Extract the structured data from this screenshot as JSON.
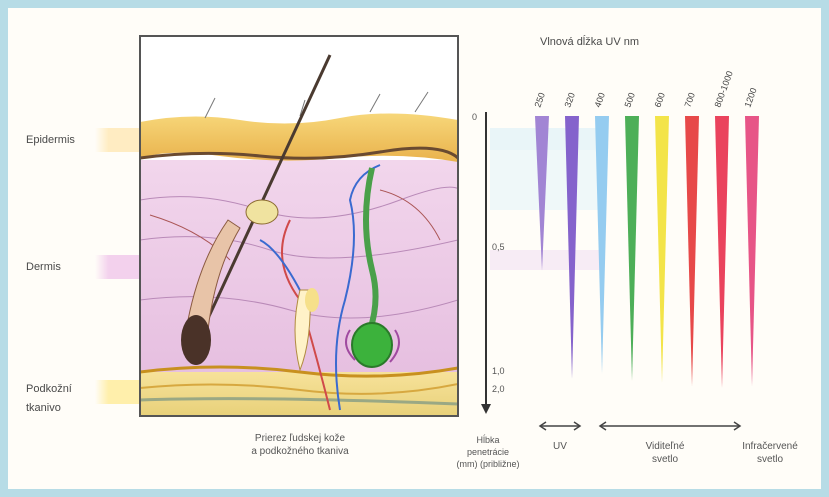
{
  "labels": {
    "epidermis": "Epidermis",
    "dermis": "Dermis",
    "hypodermis_line1": "Podkožní",
    "hypodermis_line2": "tkanivo",
    "wavelength_title": "Vlnová dĺžka UV nm",
    "diagram_caption_line1": "Prierez ľudskej kože",
    "diagram_caption_line2": "a podkožného tkaniva",
    "depth_caption_line1": "Hĺbka",
    "depth_caption_line2": "penetrácie",
    "depth_caption_line3": "(mm) (približne)",
    "uv": "UV",
    "visible_line1": "Viditeľné",
    "visible_line2": "svetlo",
    "infrared_line1": "Infračervené",
    "infrared_line2": "svetlo"
  },
  "depth_ticks": [
    "0",
    "0,5",
    "1,0",
    "2,0"
  ],
  "wavelengths": [
    {
      "label": "250",
      "color": "#9a7bd0",
      "depth": 0.6
    },
    {
      "label": "320",
      "color": "#7b56c8",
      "depth": 1.5
    },
    {
      "label": "400",
      "color": "#8cc8ef",
      "depth": 1.2
    },
    {
      "label": "500",
      "color": "#3ea84a",
      "depth": 1.6
    },
    {
      "label": "600",
      "color": "#f2e23a",
      "depth": 1.7
    },
    {
      "label": "700",
      "color": "#e53a3a",
      "depth": 1.9
    },
    {
      "label": "800-1000",
      "color": "#e8334f",
      "depth": 2.0
    },
    {
      "label": "1200",
      "color": "#e5467d",
      "depth": 1.9
    }
  ]
}
